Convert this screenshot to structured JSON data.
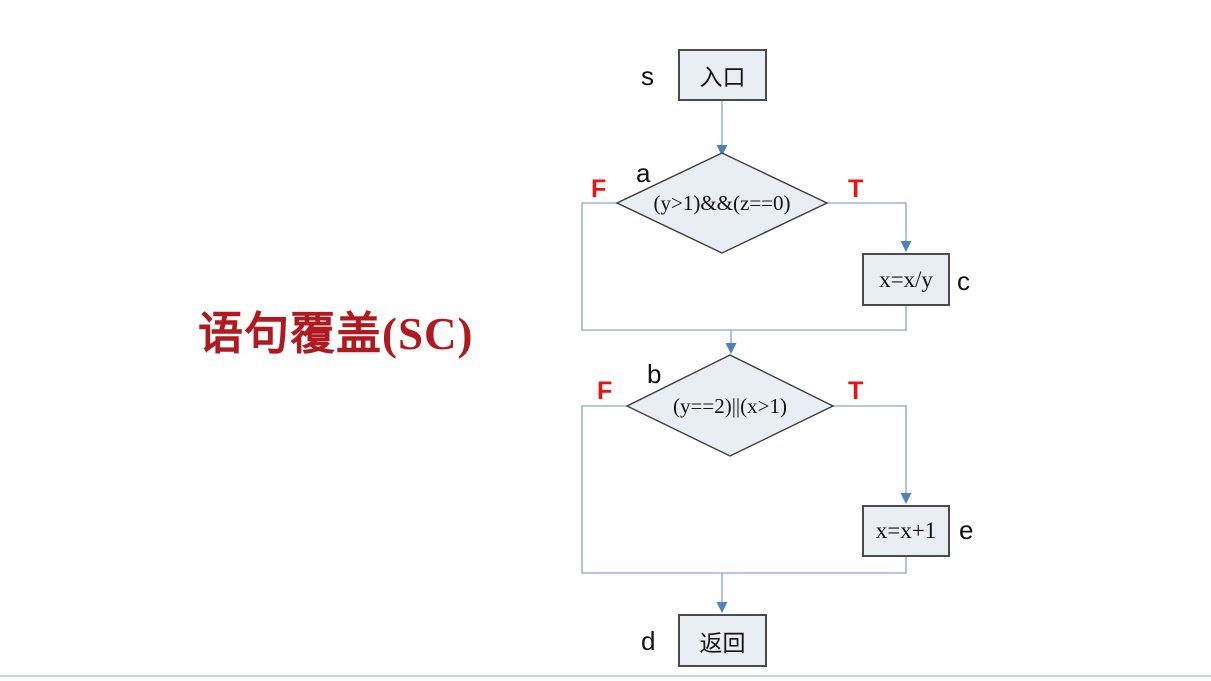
{
  "title": {
    "text": "语句覆盖(SC)",
    "color": "#b01a1e"
  },
  "colors": {
    "background": "#ffffff",
    "connector_line": "#9bb5d8",
    "arrowhead": "#4f81bd",
    "node_fill": "#e9edf4",
    "node_border": "#4b4b4b",
    "diamond_border": "#3d3d3d",
    "branch_label": "#ee1111",
    "slide_bottom_border": "#cdd2d9"
  },
  "flowchart": {
    "entry": {
      "text": "入口",
      "tag": "s"
    },
    "decision_a": {
      "text": "(y>1)&&(z==0)",
      "tag": "a",
      "false": "F",
      "true": "T"
    },
    "process_c": {
      "text": "x=x/y",
      "tag": "c"
    },
    "decision_b": {
      "text": "(y==2)||(x>1)",
      "tag": "b",
      "false": "F",
      "true": "T"
    },
    "process_e": {
      "text": "x=x+1",
      "tag": "e"
    },
    "return": {
      "text": "返回",
      "tag": "d"
    }
  }
}
